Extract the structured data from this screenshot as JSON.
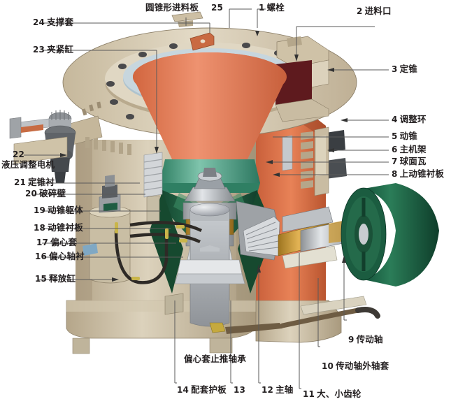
{
  "figure": {
    "title_top": "圆锥形进料板",
    "title_top_num": "25",
    "bottom_note": "偏心套止推轴承",
    "background": "#ffffff"
  },
  "colors": {
    "feed_cone_orange": "#E07B52",
    "mantle_green_light": "#4FA58A",
    "mantle_green_dark": "#1E5C42",
    "frame_tan": "#C9BCA2",
    "frame_tan_light": "#DED3BC",
    "steel_gray": "#A8AAAC",
    "steel_light": "#D2D5D8",
    "bronze": "#C8972F",
    "dark_red": "#5E1A1E",
    "line_gray": "#5a5a5a",
    "text_black": "#231f20"
  },
  "callouts": {
    "top": [
      {
        "num": "25",
        "label": "圆锥形进料板"
      },
      {
        "num": "1",
        "label": "螺栓"
      },
      {
        "num": "2",
        "label": "进料口"
      }
    ],
    "right": [
      {
        "num": "3",
        "label": "定锥"
      },
      {
        "num": "4",
        "label": "调整环"
      },
      {
        "num": "5",
        "label": "动锥"
      },
      {
        "num": "6",
        "label": "主机架"
      },
      {
        "num": "7",
        "label": "球面瓦"
      },
      {
        "num": "8",
        "label": "上动锥衬板"
      },
      {
        "num": "9",
        "label": "传动轴"
      },
      {
        "num": "10",
        "label": "传动轴外轴套"
      },
      {
        "num": "11",
        "label": "大、小齿轮"
      }
    ],
    "left": [
      {
        "num": "24",
        "label": "支撑套"
      },
      {
        "num": "23",
        "label": "夹紧缸"
      },
      {
        "num": "22",
        "label": "液压调整电机"
      },
      {
        "num": "21",
        "label": "定锥衬"
      },
      {
        "num": "20",
        "label": "破碎壁"
      },
      {
        "num": "19",
        "label": "动锥躯体"
      },
      {
        "num": "18",
        "label": "动锥衬板"
      },
      {
        "num": "17",
        "label": "偏心套"
      },
      {
        "num": "16",
        "label": "偏心轴衬"
      },
      {
        "num": "15",
        "label": "释放缸"
      }
    ],
    "bottom": [
      {
        "num": "14",
        "label": "配套护板"
      },
      {
        "num": "13",
        "label": "偏心套止推轴承"
      },
      {
        "num": "12",
        "label": "主轴"
      }
    ]
  }
}
